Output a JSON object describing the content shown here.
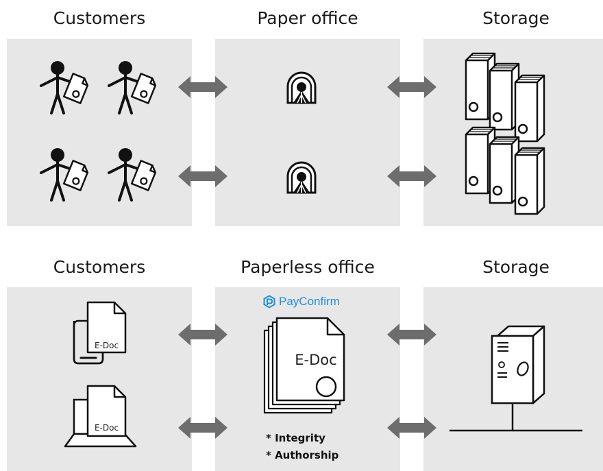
{
  "top": {
    "headings": {
      "customers": "Customers",
      "office": "Paper office",
      "storage": "Storage"
    }
  },
  "bottom": {
    "headings": {
      "customers": "Customers",
      "office": "Paperless office",
      "storage": "Storage"
    },
    "brand": "PayConfirm",
    "document_label": "E-Doc",
    "device_doc_label": "E-Doc",
    "notes": [
      "* Integrity",
      "* Authorship"
    ]
  },
  "colors": {
    "panel": "#e7e7e8",
    "arrow": "#6d6d6d",
    "brand": "#1d8fd8",
    "ink": "#111111"
  },
  "icons": [
    "person-with-document-icon",
    "office-window-icon",
    "binder-icon",
    "tablet-icon",
    "laptop-icon",
    "document-stack-icon",
    "server-icon",
    "double-arrow-icon"
  ]
}
